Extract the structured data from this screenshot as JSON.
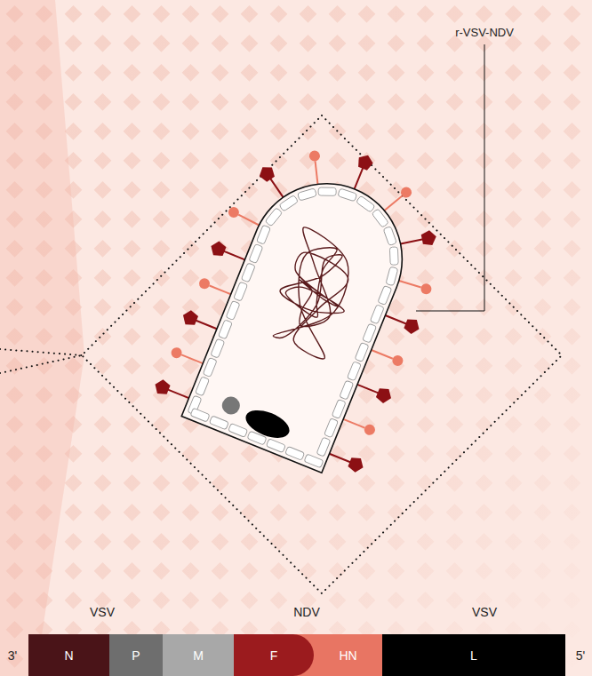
{
  "diagram": {
    "nodes": [
      {
        "text": [
          "N"
        ]
      },
      {
        "text": [
          "P"
        ]
      },
      {
        "text": [
          "M"
        ]
      },
      {
        "text": [
          "F"
        ]
      },
      {
        "text": [
          "HN"
        ]
      },
      {
        "text": [
          "L"
        ]
      }
    ],
    "labels": [
      "r-VSV-NDV",
      "VSV",
      "NDV",
      "VSV",
      "3'",
      "5'"
    ]
  }
}
